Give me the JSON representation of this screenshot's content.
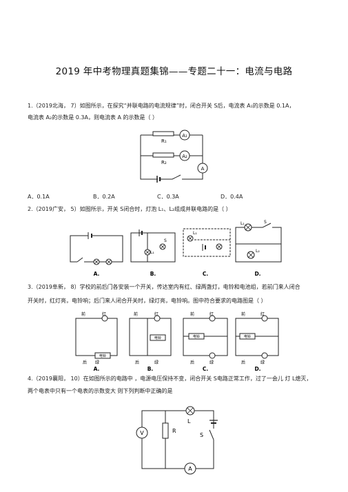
{
  "title": "2019 年中考物理真题集锦——专题二十一：电流与电路",
  "q1": {
    "line1": "1.（2019北海，  7）如图所示，在探究“并联电路的电流规律”时，闭合开关          S后，电流表    A₁的示数是    0.1A，",
    "line2": "电流表   A₂的示数是   0.3A，则电流表    A 的示数是（          ）",
    "labels": {
      "r1": "R₁",
      "r2": "R₂",
      "a1": "A₁",
      "a2": "A₂",
      "a": "A"
    },
    "options": [
      "A．0.1A",
      "B．0.2A",
      "C．0.3A",
      "D．0.4A"
    ]
  },
  "q2": {
    "line1": "2.（2019广安，  5）如图所示，开关    S闭合时，灯泡    L₁、L₂组成并联电路的是（          ）",
    "labels": {
      "s": "S",
      "l1": "L₁",
      "l2": "L₂",
      "A": "A.",
      "B": "B.",
      "C": "C.",
      "D": "D."
    }
  },
  "q3": {
    "line1": "3.（2019阜新，  8）学校的前后门各安装一个开关，传达室内有红、绿两盏灯，电铃和电池组，若前门来人闭合",
    "line2": "开关时，红灯亮，电铃响；后门来人闭合开关时，绿灯亮，电铃响。图中符合要求的电路图是（                      ）",
    "labels": {
      "front": "前",
      "back": "后",
      "red": "红",
      "green": "绿",
      "bell": "电铃",
      "A": "A.",
      "B": "B.",
      "C": "C.",
      "D": "D."
    }
  },
  "q4": {
    "line1": "4.（2019襄阳，  10）在如图所示的电路中    ，电源电压保持不变，闭合开关       S电路正常工作，过了一会儿       灯 L熄灭，",
    "line2": "两个电表中只有一个电表的示数变大        则下列判断中正确的是",
    "labels": {
      "v": "V",
      "r": "R",
      "l": "L",
      "s": "S",
      "a": "A"
    }
  }
}
